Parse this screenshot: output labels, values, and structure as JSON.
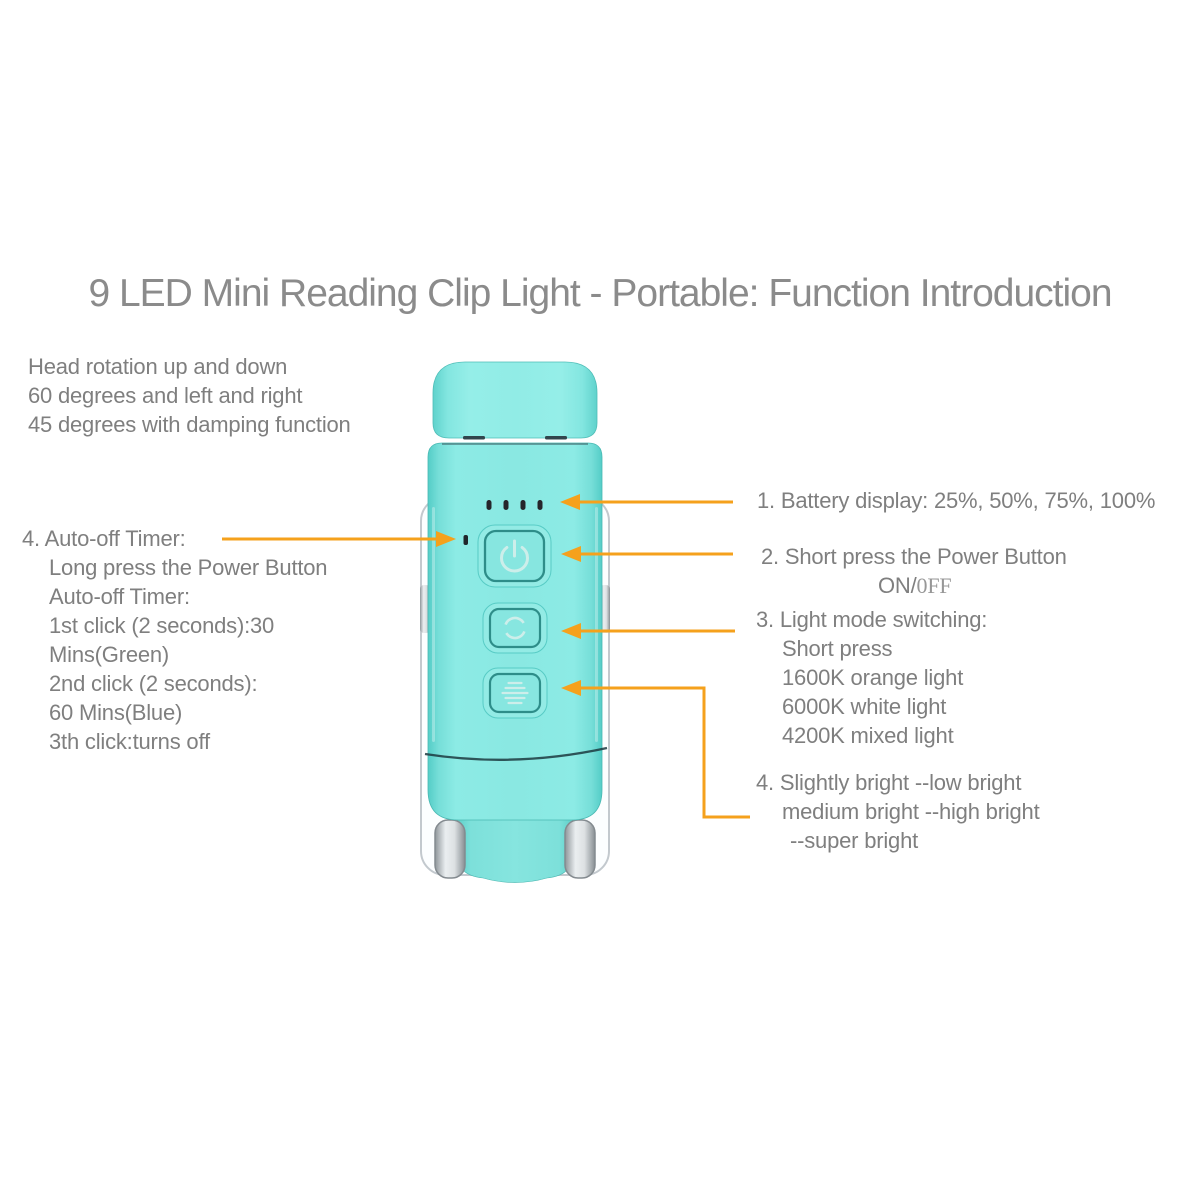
{
  "title": "9 LED Mini Reading Clip Light - Portable: Function Introduction",
  "colors": {
    "accent_orange": "#F5A11C",
    "device_teal": "#8AE8E2",
    "text_gray": "#7F7F7F",
    "title_gray": "#8B8B8B"
  },
  "annotations": {
    "head_rotation": {
      "lines": [
        "Head rotation up and down",
        "60 degrees and left and right",
        "45 degrees with damping function"
      ]
    },
    "auto_off_timer": {
      "heading": "4. Auto-off Timer:",
      "lines": [
        "Long press the Power Button",
        "Auto-off Timer:",
        "1st click (2 seconds):30",
        "Mins(Green)",
        "2nd click (2 seconds):",
        "60 Mins(Blue)",
        "3th click:turns off"
      ]
    },
    "battery": {
      "text": "1. Battery display: 25%, 50%, 75%, 100%"
    },
    "power": {
      "heading": "2. Short press the Power Button",
      "on": "ON/",
      "off": "0FF"
    },
    "light_mode": {
      "heading": "3. Light mode switching:",
      "lines": [
        "Short press",
        "1600K orange light",
        "6000K white light",
        "4200K mixed light"
      ]
    },
    "brightness": {
      "heading": "4. Slightly bright --low bright",
      "lines": [
        "medium bright --high bright",
        "--super bright"
      ]
    }
  },
  "device": {
    "battery_led_count": 4,
    "buttons": [
      {
        "icon": "power-icon"
      },
      {
        "icon": "mode-cycle-icon"
      },
      {
        "icon": "brightness-lines-icon"
      }
    ]
  }
}
